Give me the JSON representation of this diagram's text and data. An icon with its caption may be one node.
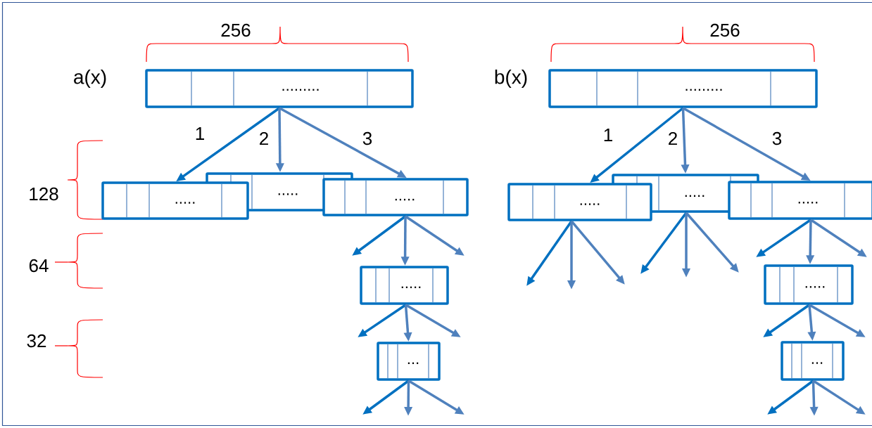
{
  "diagram": {
    "nodes": [
      {
        "text": [
          "........."
        ],
        "beside": [
          "a(x)"
        ]
      },
      {
        "text": [
          "....."
        ]
      },
      {
        "text": [
          "....."
        ]
      },
      {
        "text": [
          "....."
        ]
      },
      {
        "text": [
          "....."
        ]
      },
      {
        "text": [
          "..."
        ]
      },
      {
        "text": [
          "........."
        ],
        "beside": [
          "b(x)"
        ]
      },
      {
        "text": [
          "....."
        ]
      },
      {
        "text": [
          "....."
        ]
      },
      {
        "text": [
          "....."
        ]
      },
      {
        "text": [
          "....."
        ]
      },
      {
        "text": [
          "..."
        ]
      }
    ],
    "edges": [
      {
        "from": 0,
        "to": 1,
        "arrow": "to",
        "label": "1",
        "color": "#0070c0"
      },
      {
        "from": 0,
        "to": 2,
        "arrow": "to",
        "label": "2"
      },
      {
        "from": 0,
        "to": 3,
        "arrow": "to",
        "label": "3"
      },
      {
        "from": 3,
        "to": null,
        "arrow": "to",
        "color": "#0070c0"
      },
      {
        "from": 3,
        "to": 4,
        "arrow": "to"
      },
      {
        "from": 3,
        "to": null,
        "arrow": "to"
      },
      {
        "from": 4,
        "to": null,
        "arrow": "to",
        "color": "#0070c0"
      },
      {
        "from": 4,
        "to": 5,
        "arrow": "to"
      },
      {
        "from": 4,
        "to": null,
        "arrow": "to"
      },
      {
        "from": 5,
        "to": null,
        "arrow": "to",
        "color": "#0070c0"
      },
      {
        "from": 5,
        "to": null,
        "arrow": "to"
      },
      {
        "from": 5,
        "to": null,
        "arrow": "to"
      },
      {
        "from": 6,
        "to": 7,
        "arrow": "to",
        "label": "1",
        "color": "#0070c0"
      },
      {
        "from": 6,
        "to": 8,
        "arrow": "to",
        "label": "2"
      },
      {
        "from": 6,
        "to": 9,
        "arrow": "to",
        "label": "3"
      },
      {
        "from": 7,
        "to": null,
        "arrow": "to",
        "color": "#0070c0"
      },
      {
        "from": 7,
        "to": null,
        "arrow": "to"
      },
      {
        "from": 7,
        "to": null,
        "arrow": "to"
      },
      {
        "from": 8,
        "to": null,
        "arrow": "to",
        "color": "#0070c0"
      },
      {
        "from": 8,
        "to": null,
        "arrow": "to"
      },
      {
        "from": 8,
        "to": null,
        "arrow": "to"
      },
      {
        "from": 9,
        "to": null,
        "arrow": "to",
        "color": "#0070c0"
      },
      {
        "from": 9,
        "to": 10,
        "arrow": "to"
      },
      {
        "from": 9,
        "to": null,
        "arrow": "to"
      },
      {
        "from": 10,
        "to": null,
        "arrow": "to",
        "color": "#0070c0"
      },
      {
        "from": 10,
        "to": 11,
        "arrow": "to"
      },
      {
        "from": 10,
        "to": null,
        "arrow": "to"
      },
      {
        "from": 11,
        "to": null,
        "arrow": "to",
        "color": "#0070c0"
      },
      {
        "from": 11,
        "to": null,
        "arrow": "to"
      },
      {
        "from": 11,
        "to": null,
        "arrow": "to"
      }
    ],
    "labels": [
      "256",
      "256",
      "128",
      "64",
      "32"
    ]
  }
}
